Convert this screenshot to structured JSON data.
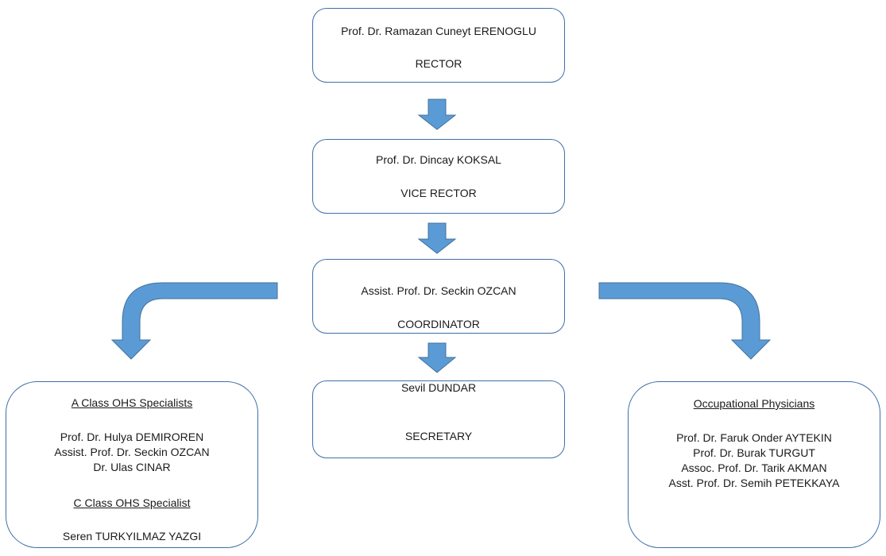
{
  "rector": {
    "name": "Prof. Dr. Ramazan Cuneyt ERENOGLU",
    "title": "RECTOR"
  },
  "vice_rector": {
    "name": "Prof. Dr. Dincay KOKSAL",
    "title": "VICE RECTOR"
  },
  "coordinator": {
    "name": "Assist. Prof. Dr. Seckin OZCAN",
    "title": "COORDINATOR"
  },
  "secretary": {
    "name": "Sevil DUNDAR",
    "title": "SECRETARY"
  },
  "ohs_specialists": {
    "heading_a": "A Class OHS Specialists",
    "members_a": [
      "Prof. Dr. Hulya DEMIROREN",
      "Assist. Prof. Dr. Seckin OZCAN",
      "Dr. Ulas CINAR"
    ],
    "heading_c": "C Class OHS Specialist",
    "members_c": [
      "Seren TURKYILMAZ YAZGI"
    ]
  },
  "physicians": {
    "heading": "Occupational Physicians",
    "members": [
      "Prof. Dr. Faruk Onder AYTEKIN",
      "Prof. Dr. Burak TURGUT",
      "Assoc. Prof. Dr. Tarik AKMAN",
      "Asst. Prof. Dr. Semih PETEKKAYA"
    ]
  },
  "colors": {
    "arrow": "#5b9bd5",
    "arrow_border": "#41719c",
    "box_border": "#3f6fa8"
  }
}
